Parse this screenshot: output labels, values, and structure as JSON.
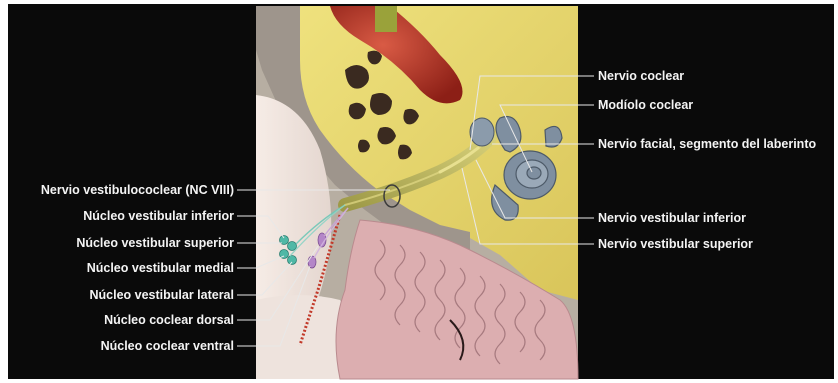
{
  "labels_left": [
    "Nervio vestibulococlear (NC VIII)",
    "Núcleo vestibular inferior",
    "Núcleo vestibular superior",
    "Núcleo vestibular medial",
    "Núcleo vestibular lateral",
    "Núcleo coclear dorsal",
    "Núcleo coclear ventral"
  ],
  "labels_right": [
    "Nervio coclear",
    "Modíolo coclear",
    "Nervio facial, segmento del laberinto",
    "Nervio vestibular inferior",
    "Nervio vestibular superior"
  ],
  "colors": {
    "panel_background": "#0a0a0a",
    "bone": "#e6d86a",
    "nerve": "#b9b25c",
    "cochlea": "#7f8fa0",
    "vessel": "#b33a2a",
    "brainstem": "#efe2dc",
    "cerebellum_folia": "#dcaeb0",
    "vestibular_nuclei": "#4fb8a6",
    "cochlear_nuclei": "#b486c8"
  }
}
